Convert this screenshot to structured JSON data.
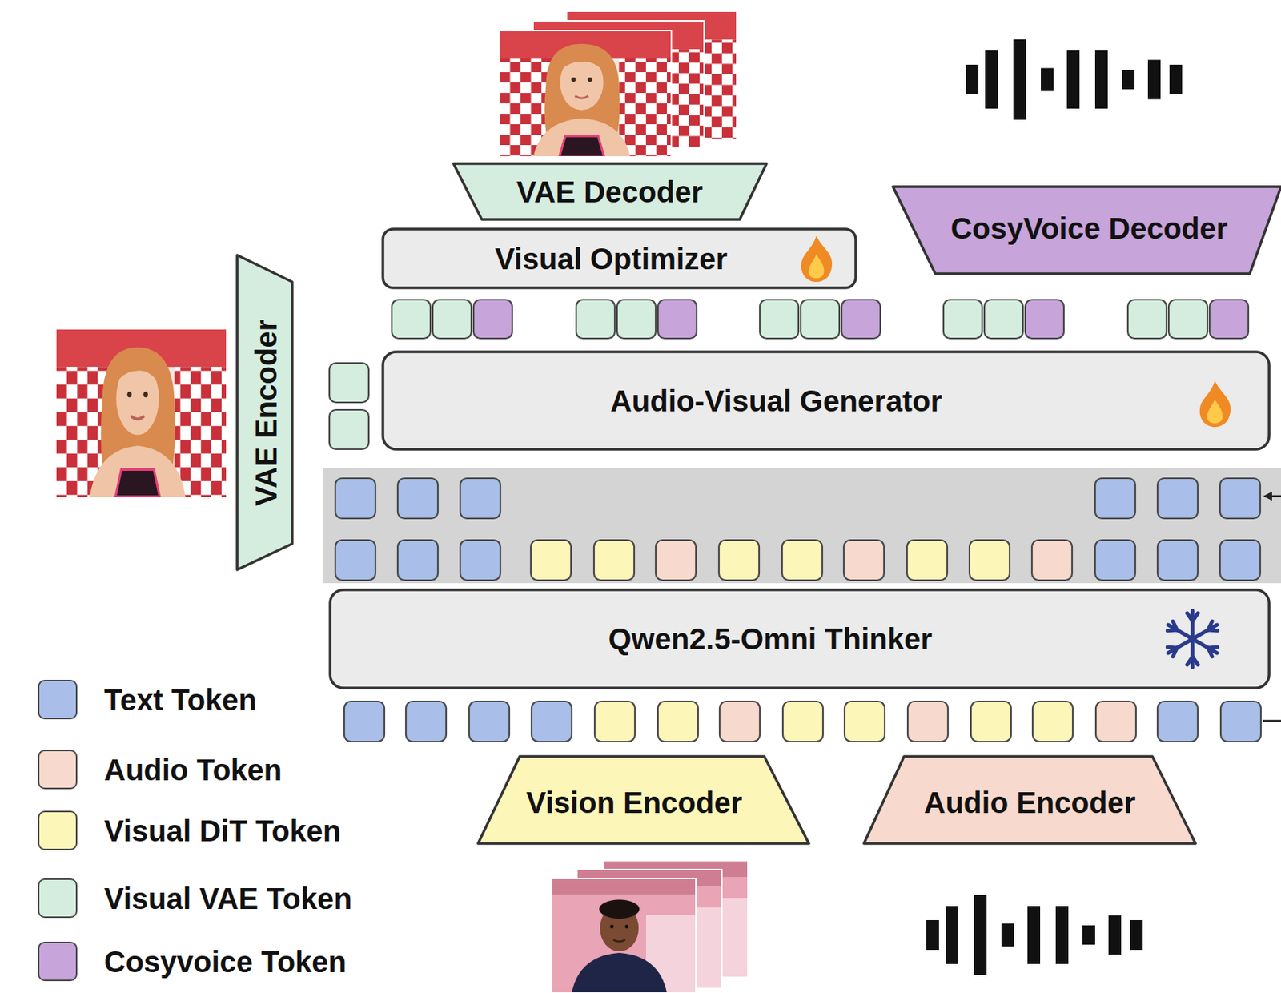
{
  "diagram": {
    "nodes": [
      {
        "text": [
          "VAE Decoder"
        ]
      },
      {
        "text": [
          "CosyVoice Decoder"
        ]
      },
      {
        "text": [
          "Visual Optimizer"
        ]
      },
      {
        "text": [
          "VAE Encoder"
        ]
      },
      {
        "text": [
          "Audio-Visual Generator"
        ]
      },
      {
        "text": [
          "Qwen2.5-Omni Thinker"
        ]
      },
      {
        "text": [
          "Vision Encoder"
        ]
      },
      {
        "text": [
          "Audio Encoder"
        ]
      }
    ],
    "legend": [
      {
        "text": "Text Token",
        "color": "#a9bfe9"
      },
      {
        "text": "Audio Token",
        "color": "#f8d9cd"
      },
      {
        "text": "Visual DiT Token",
        "color": "#fdf6b9"
      },
      {
        "text": "Visual VAE Token",
        "color": "#d5eddf"
      },
      {
        "text": "Cosyvoice Token",
        "color": "#c7a4da"
      }
    ]
  }
}
